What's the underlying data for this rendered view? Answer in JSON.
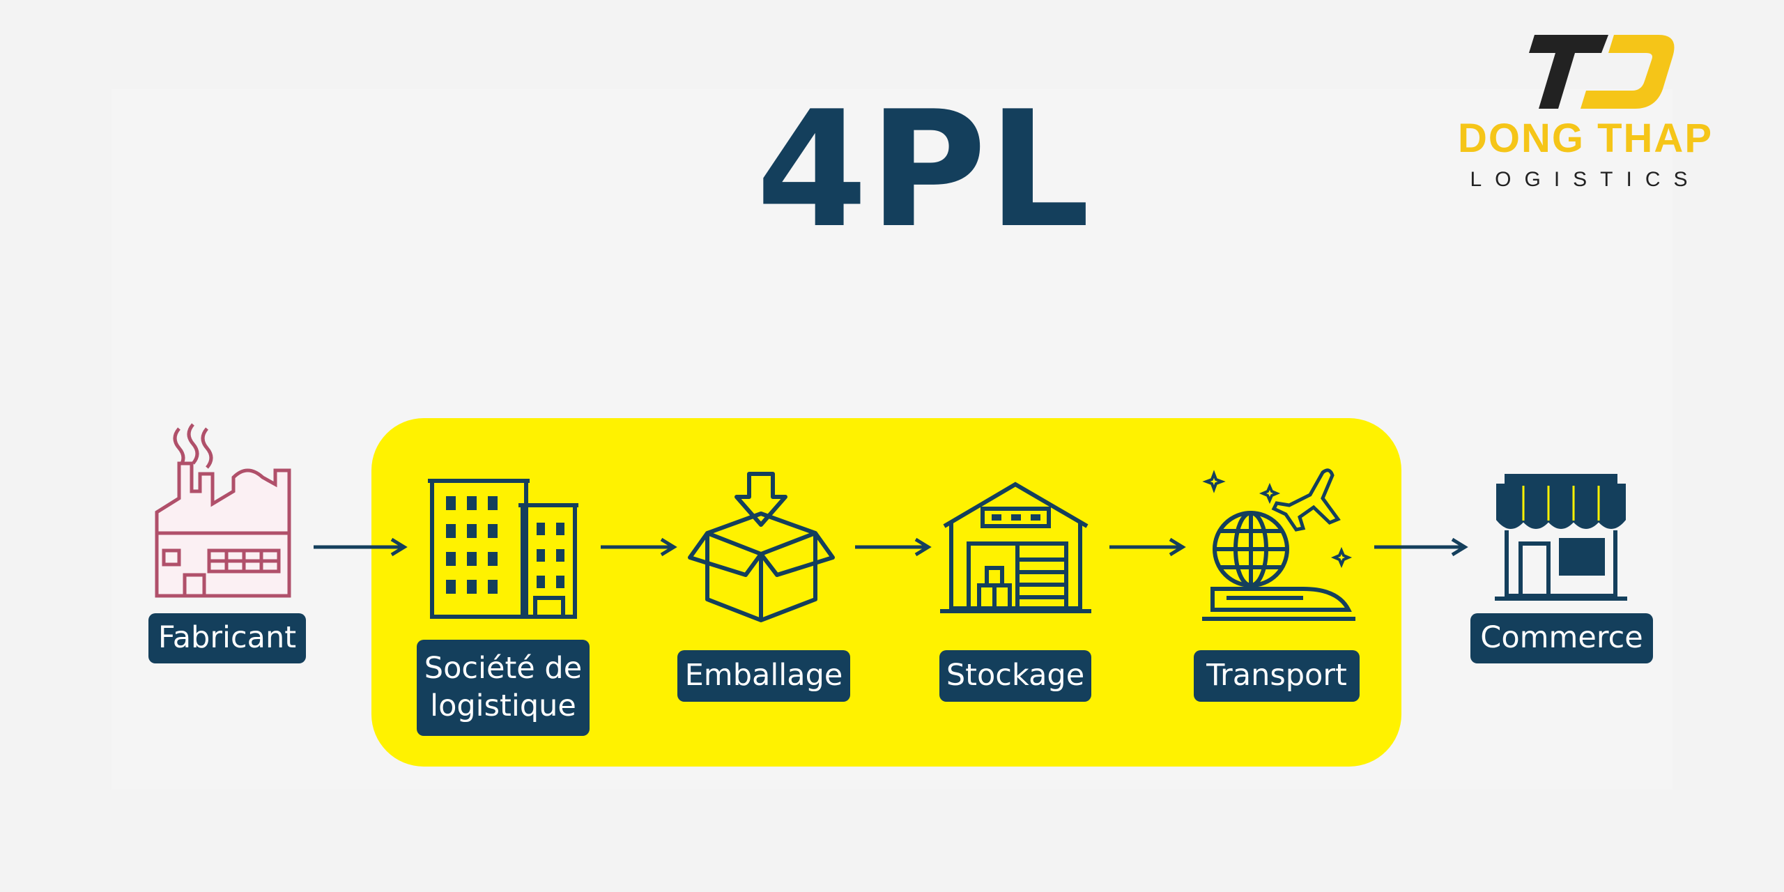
{
  "title": "4PL",
  "brand": {
    "name": "DONG THAP",
    "tagline": "LOGISTICS",
    "colors": {
      "accent": "#f5c518",
      "dark": "#222222"
    }
  },
  "colors": {
    "navy": "#143f5c",
    "highlight": "#fff200",
    "factory": "#b0506a"
  },
  "flow": {
    "steps": [
      {
        "label": "Fabricant",
        "icon": "factory-icon"
      },
      {
        "label": "Société de\nlogistique",
        "icon": "office-building-icon"
      },
      {
        "label": "Emballage",
        "icon": "package-box-icon"
      },
      {
        "label": "Stockage",
        "icon": "warehouse-icon"
      },
      {
        "label": "Transport",
        "icon": "transport-globe-plane-train-icon"
      },
      {
        "label": "Commerce",
        "icon": "storefront-icon"
      }
    ]
  }
}
